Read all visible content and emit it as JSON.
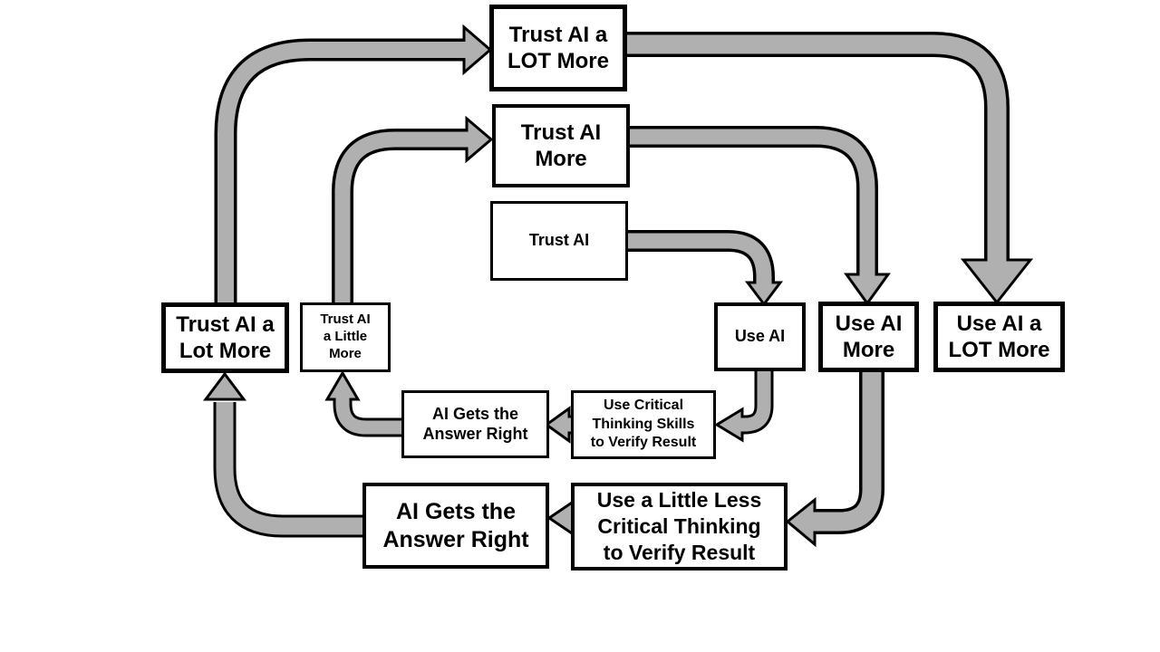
{
  "colors": {
    "arrow_fill": "#b0b0b0",
    "outline": "#000000",
    "box_bg": "#ffffff",
    "page_bg": "#ffffff"
  },
  "nodes": [
    {
      "id": "trust_ai_a_lot_more_top",
      "label": "Trust AI a\nLOT More"
    },
    {
      "id": "trust_ai_more",
      "label": "Trust AI\nMore"
    },
    {
      "id": "trust_ai",
      "label": "Trust AI"
    },
    {
      "id": "use_ai",
      "label": "Use AI"
    },
    {
      "id": "use_ai_more",
      "label": "Use AI\nMore"
    },
    {
      "id": "use_ai_a_lot_more",
      "label": "Use AI a\nLOT More"
    },
    {
      "id": "trust_ai_a_lot_more_left",
      "label": "Trust AI a\nLot More"
    },
    {
      "id": "trust_ai_a_little_more",
      "label": "Trust AI\na Little\nMore"
    },
    {
      "id": "ai_gets_answer_right_mid",
      "label": "AI Gets the\nAnswer Right"
    },
    {
      "id": "use_critical_thinking",
      "label": "Use Critical\nThinking Skills\nto Verify Result"
    },
    {
      "id": "ai_gets_answer_right_bottom",
      "label": "AI Gets the\nAnswer Right"
    },
    {
      "id": "use_little_less_critical_thinking",
      "label": "Use a Little Less\nCritical Thinking\nto Verify Result"
    }
  ],
  "edges": [
    {
      "from": "trust_ai",
      "to": "use_ai"
    },
    {
      "from": "trust_ai_more",
      "to": "use_ai_more"
    },
    {
      "from": "trust_ai_a_lot_more_top",
      "to": "use_ai_a_lot_more"
    },
    {
      "from": "use_ai",
      "to": "use_critical_thinking"
    },
    {
      "from": "use_critical_thinking",
      "to": "ai_gets_answer_right_mid"
    },
    {
      "from": "ai_gets_answer_right_mid",
      "to": "trust_ai_a_little_more"
    },
    {
      "from": "trust_ai_a_little_more",
      "to": "trust_ai_more"
    },
    {
      "from": "use_ai_more",
      "to": "use_little_less_critical_thinking"
    },
    {
      "from": "use_little_less_critical_thinking",
      "to": "ai_gets_answer_right_bottom"
    },
    {
      "from": "ai_gets_answer_right_bottom",
      "to": "trust_ai_a_lot_more_left"
    },
    {
      "from": "trust_ai_a_lot_more_left",
      "to": "trust_ai_a_lot_more_top"
    }
  ]
}
